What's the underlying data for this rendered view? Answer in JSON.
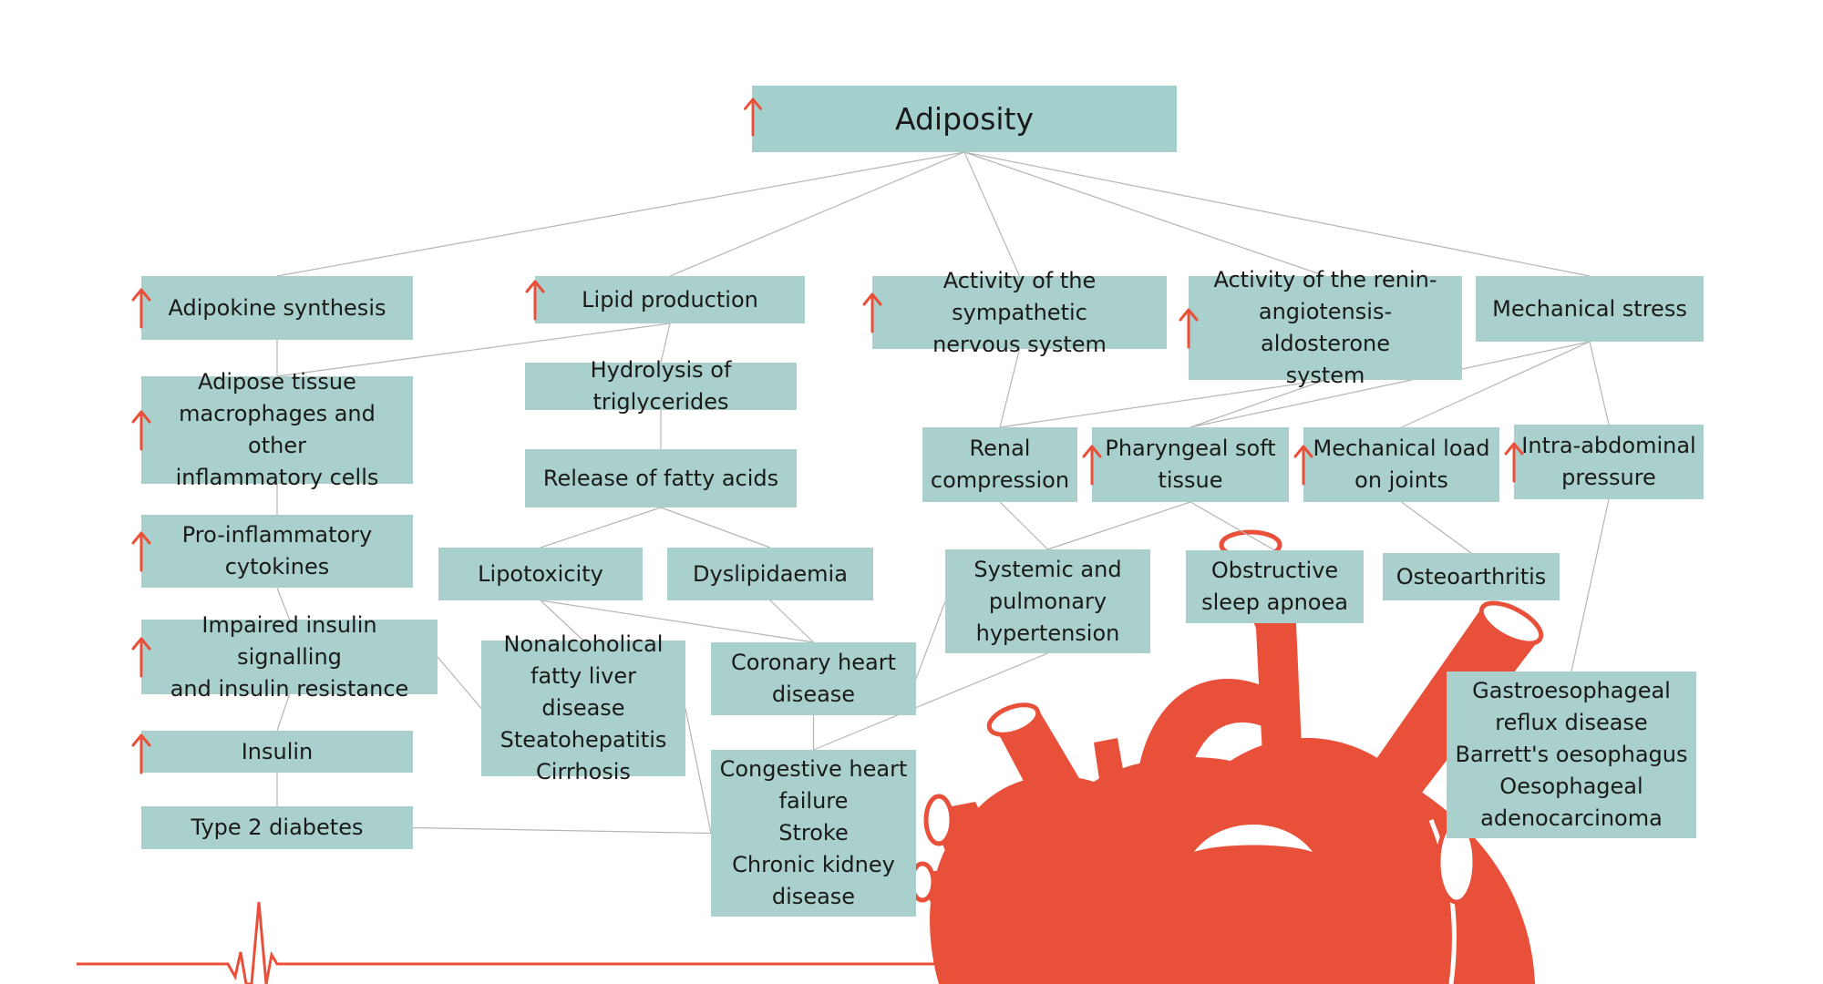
{
  "colors": {
    "box_fill": "#a9d0cc",
    "edge": "#b5b5b5",
    "accent_red": "#e8503a",
    "text": "#1a1a1a",
    "background": "#ffffff"
  },
  "icons": {
    "increase_marker": "up-arrow-icon",
    "decoration_heart": "heart-illustration",
    "decoration_ecg": "ecg-line"
  },
  "nodes": {
    "adiposity": {
      "lines": [
        "Adiposity"
      ],
      "increase": true
    },
    "adipokine_synthesis": {
      "lines": [
        "Adipokine synthesis"
      ],
      "increase": true
    },
    "lipid_production": {
      "lines": [
        "Lipid production"
      ],
      "increase": true
    },
    "sympathetic": {
      "lines": [
        "Activity of the sympathetic",
        "nervous system"
      ],
      "increase": true
    },
    "raas": {
      "lines": [
        "Activity of the renin-",
        "angiotensis-aldosterone",
        "system"
      ],
      "increase": true
    },
    "mechanical_stress": {
      "lines": [
        "Mechanical stress"
      ],
      "increase": false
    },
    "macrophages": {
      "lines": [
        "Adipose tissue",
        "macrophages and other",
        "inflammatory cells"
      ],
      "increase": true
    },
    "hydrolysis": {
      "lines": [
        "Hydrolysis of triglycerides"
      ],
      "increase": false
    },
    "fatty_acids": {
      "lines": [
        "Release of fatty acids"
      ],
      "increase": false
    },
    "cytokines": {
      "lines": [
        "Pro-inflammatory",
        "cytokines"
      ],
      "increase": true
    },
    "lipotoxicity": {
      "lines": [
        "Lipotoxicity"
      ],
      "increase": false
    },
    "dyslipidaemia": {
      "lines": [
        "Dyslipidaemia"
      ],
      "increase": false
    },
    "insulin_resistance": {
      "lines": [
        "Impaired insulin signalling",
        "and insulin resistance"
      ],
      "increase": true
    },
    "nafld": {
      "lines": [
        "Nonalcoholical",
        "fatty liver disease",
        "Steatohepatitis",
        "Cirrhosis"
      ],
      "increase": false
    },
    "chd": {
      "lines": [
        "Coronary heart",
        "disease"
      ],
      "increase": false
    },
    "insulin": {
      "lines": [
        "Insulin"
      ],
      "increase": true
    },
    "t2d": {
      "lines": [
        "Type 2 diabetes"
      ],
      "increase": false
    },
    "chf": {
      "lines": [
        "Congestive heart",
        "failure",
        "Stroke",
        "Chronic kidney",
        "disease"
      ],
      "increase": false
    },
    "renal": {
      "lines": [
        "Renal",
        "compression"
      ],
      "increase": false
    },
    "pharyngeal": {
      "lines": [
        "Pharyngeal soft",
        "tissue"
      ],
      "increase": true
    },
    "joints": {
      "lines": [
        "Mechanical load",
        "on joints"
      ],
      "increase": true
    },
    "intraabdominal": {
      "lines": [
        "Intra-abdominal",
        "pressure"
      ],
      "increase": true
    },
    "hypertension": {
      "lines": [
        "Systemic and",
        "pulmonary",
        "hypertension"
      ],
      "increase": false
    },
    "osa": {
      "lines": [
        "Obstructive",
        "sleep apnoea"
      ],
      "increase": false
    },
    "osteoarthritis": {
      "lines": [
        "Osteoarthritis"
      ],
      "increase": false
    },
    "gerd": {
      "lines": [
        "Gastroesophageal",
        "reflux disease",
        "Barrett's oesophagus",
        "Oesophageal",
        "adenocarcinoma"
      ],
      "increase": false
    }
  },
  "edges": [
    [
      "adiposity",
      "adipokine_synthesis"
    ],
    [
      "adiposity",
      "lipid_production"
    ],
    [
      "adiposity",
      "sympathetic"
    ],
    [
      "adiposity",
      "raas"
    ],
    [
      "adiposity",
      "mechanical_stress"
    ],
    [
      "adipokine_synthesis",
      "macrophages"
    ],
    [
      "macrophages",
      "cytokines"
    ],
    [
      "cytokines",
      "insulin_resistance"
    ],
    [
      "insulin_resistance",
      "insulin"
    ],
    [
      "insulin",
      "t2d"
    ],
    [
      "lipid_production",
      "macrophages"
    ],
    [
      "lipid_production",
      "hydrolysis"
    ],
    [
      "hydrolysis",
      "fatty_acids"
    ],
    [
      "fatty_acids",
      "lipotoxicity"
    ],
    [
      "fatty_acids",
      "dyslipidaemia"
    ],
    [
      "lipotoxicity",
      "nafld"
    ],
    [
      "lipotoxicity",
      "chd"
    ],
    [
      "dyslipidaemia",
      "chd"
    ],
    [
      "insulin_resistance",
      "nafld"
    ],
    [
      "nafld",
      "chf"
    ],
    [
      "chd",
      "chf"
    ],
    [
      "t2d",
      "chf"
    ],
    [
      "sympathetic",
      "renal"
    ],
    [
      "raas",
      "renal"
    ],
    [
      "raas",
      "pharyngeal"
    ],
    [
      "mechanical_stress",
      "pharyngeal"
    ],
    [
      "mechanical_stress",
      "joints"
    ],
    [
      "mechanical_stress",
      "intraabdominal"
    ],
    [
      "renal",
      "hypertension"
    ],
    [
      "pharyngeal",
      "hypertension"
    ],
    [
      "pharyngeal",
      "osa"
    ],
    [
      "joints",
      "osteoarthritis"
    ],
    [
      "intraabdominal",
      "gerd"
    ],
    [
      "hypertension",
      "chd"
    ],
    [
      "hypertension",
      "chf"
    ]
  ]
}
